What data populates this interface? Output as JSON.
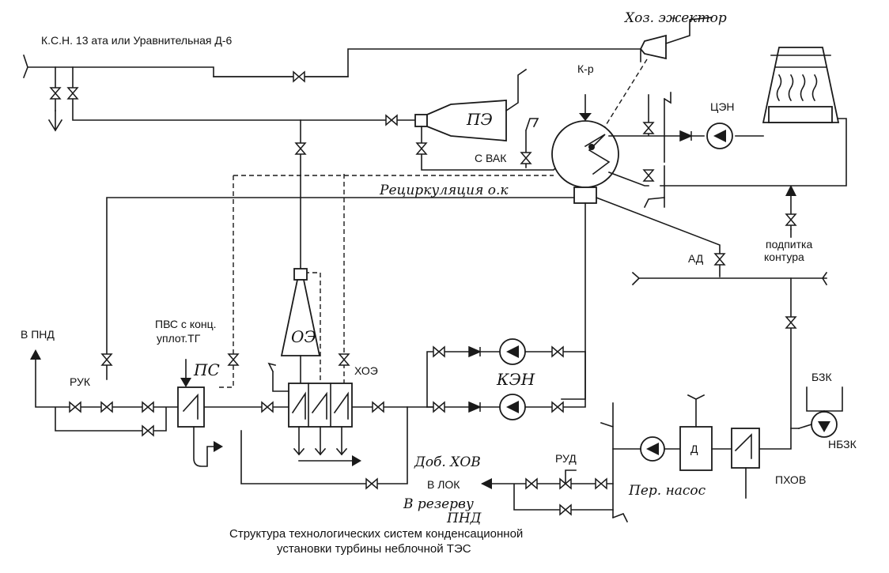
{
  "labels": {
    "header_line": "К.С.Н. 13 ата или Уравнительная Д-6",
    "hoz_ejector": "Хоз. эжектор",
    "pe": "ПЭ",
    "k_r": "К-р",
    "tsen": "ЦЭН",
    "s_vak": "С ВАК",
    "recirc": "Рециркуляция о.к",
    "ad": "АД",
    "podpitka_1": "подпитка",
    "podpitka_2": "контура",
    "v_pnd": "В ПНД",
    "ruk": "РУК",
    "pvs_1": "ПВС с конц.",
    "pvs_2": "уплот.ТГ",
    "ps": "ПС",
    "oe": "ОЭ",
    "hoe": "ХОЭ",
    "ken": "КЭН",
    "bzk": "БЗК",
    "nbzk": "НБЗК",
    "d": "Д",
    "rud": "РУД",
    "dob_hov": "Доб. ХОВ",
    "v_lok": "В ЛОК",
    "v_rezervu_1": "В резерву",
    "v_rezervu_2": "ПНД",
    "per_nasos": "Пер. насос",
    "phov": "ПХОВ"
  },
  "caption": {
    "line1": "Структура технологических систем конденсационной",
    "line2": "установки турбины неблочной ТЭС"
  }
}
